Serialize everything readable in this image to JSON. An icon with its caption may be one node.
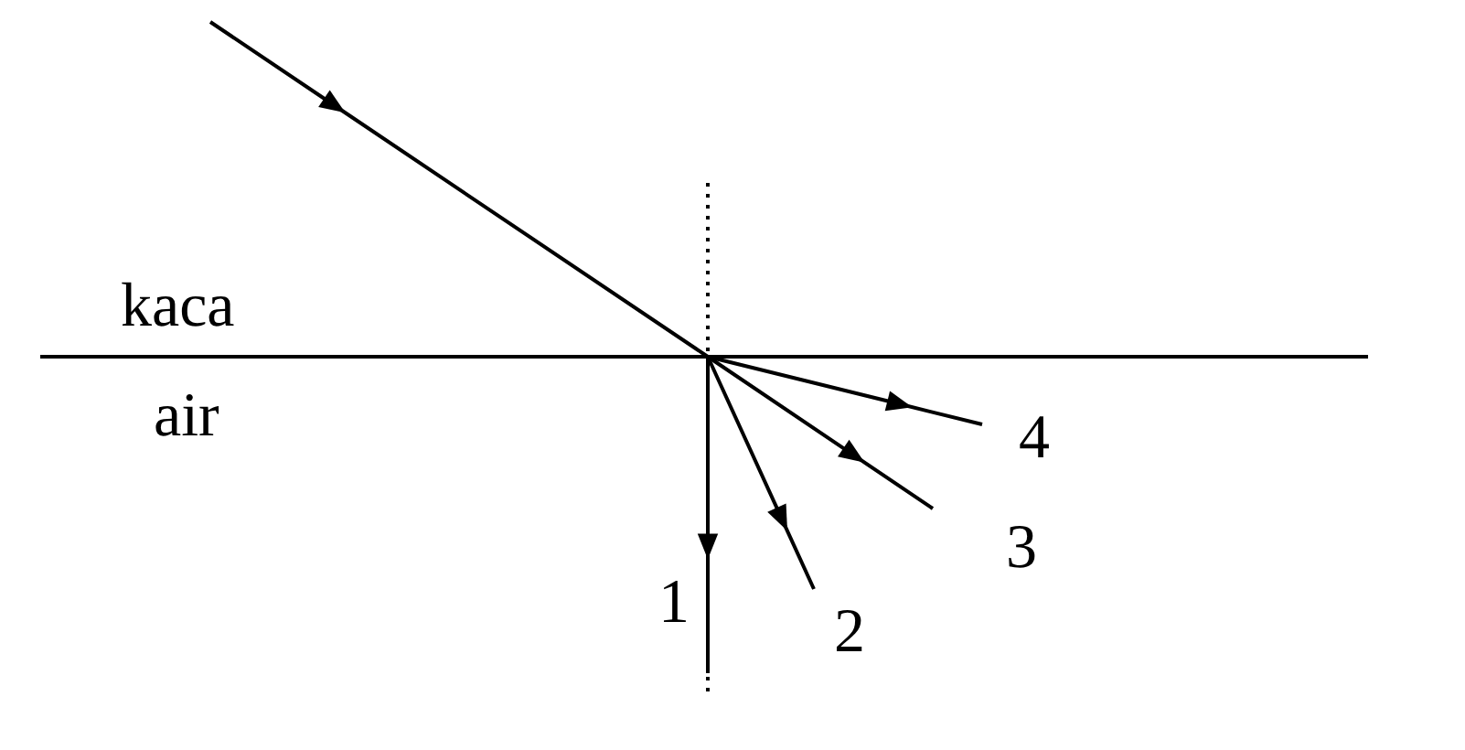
{
  "diagram": {
    "labels": [
      "kaca",
      "air",
      "4",
      "3",
      "1",
      "2"
    ]
  }
}
